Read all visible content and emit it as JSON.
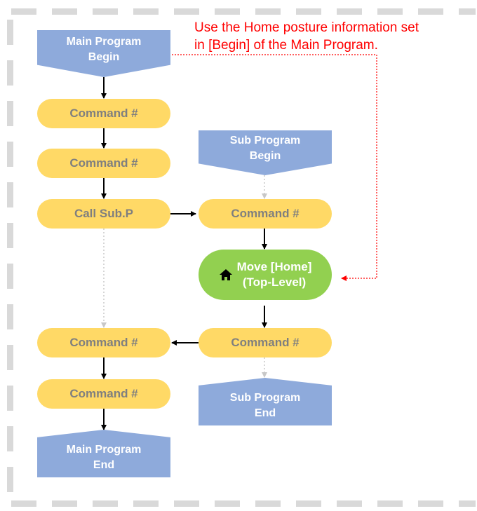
{
  "colors": {
    "command_fill": "#ffd966",
    "command_text": "#7f7f7f",
    "program_fill": "#8eaadb",
    "home_fill": "#92d050",
    "note_color": "#ff0000",
    "frame_color": "#d9d9d9"
  },
  "note": "Use the Home posture information set\nin [Begin] of the Main Program.",
  "main": {
    "begin": "Main Program\nBegin",
    "cmd1": "Command #",
    "cmd2": "Command #",
    "call": "Call Sub.P",
    "cmd3": "Command #",
    "cmd4": "Command #",
    "end": "Main Program\nEnd"
  },
  "sub": {
    "begin": "Sub Program\nBegin",
    "cmd1": "Command #",
    "home": "Move [Home]\n(Top-Level)",
    "home_icon": "home-icon",
    "cmd2": "Command #",
    "end": "Sub Program\nEnd"
  }
}
